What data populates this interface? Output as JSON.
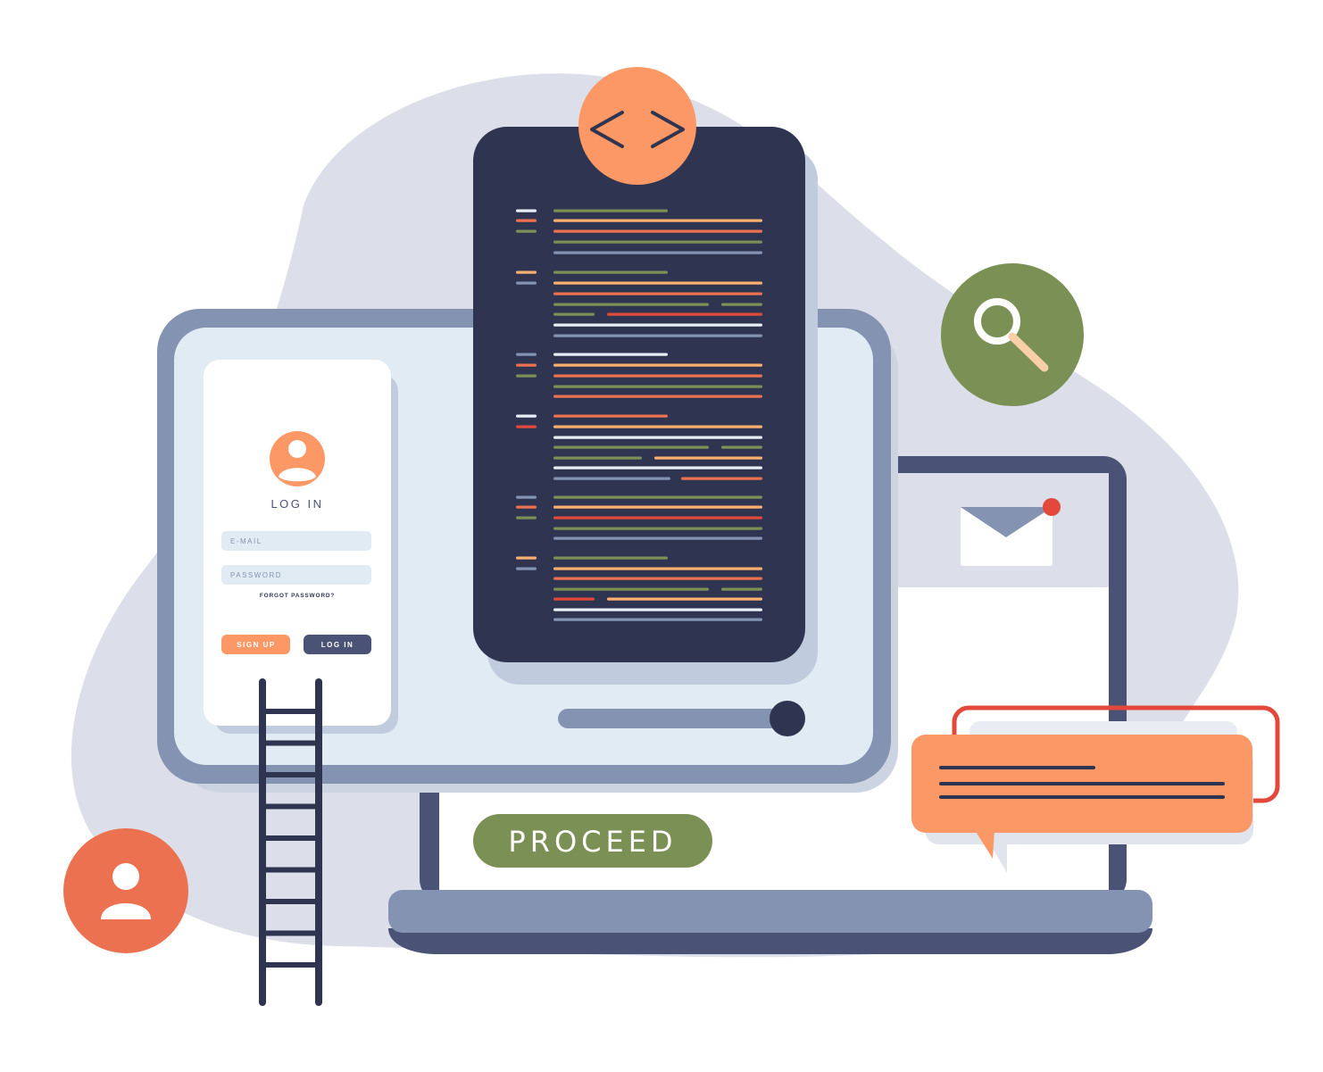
{
  "login_card": {
    "title": "LOG IN",
    "email_placeholder": "E-MAIL",
    "password_placeholder": "PASSWORD",
    "forgot_password": "FORGOT PASSWORD?",
    "signup_label": "SIGN UP",
    "login_label": "LOG IN"
  },
  "proceed_button": {
    "label": "PROCEED"
  },
  "colors": {
    "navy": "#2f3551",
    "orange": "#fc9866",
    "coral": "#ec7150",
    "olive": "#7b9055",
    "slate": "#8593b3",
    "blob": "#dcdfe9",
    "screen": "#e0ebf4",
    "red": "#e2493b"
  },
  "icons": [
    "code-brackets-icon",
    "search-icon",
    "mail-icon",
    "user-icon",
    "avatar-icon",
    "ladder-icon",
    "chat-bubble-icon"
  ]
}
